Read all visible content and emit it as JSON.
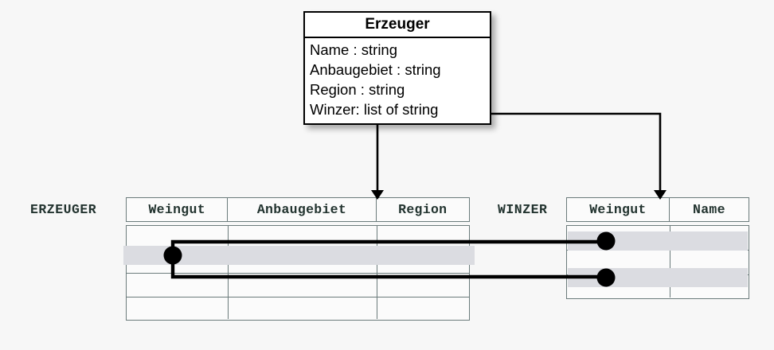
{
  "diagram": {
    "title_note": "UML class to relational table mapping",
    "background_color": "#f7f7f7",
    "line_color": "#000000",
    "table_border_color": "#6b7b7b",
    "highlight_color": "#dbdce1"
  },
  "uml_class": {
    "name": "Erzeuger",
    "attributes": [
      "Name : string",
      "Anbaugebiet : string",
      "Region : string",
      "Winzer: list of string"
    ]
  },
  "tables": [
    {
      "label": "ERZEUGER",
      "columns": [
        "Weingut",
        "Anbaugebiet",
        "Region"
      ],
      "row_count": 4,
      "highlighted_rows": [
        2
      ]
    },
    {
      "label": "WINZER",
      "columns": [
        "Weingut",
        "Name"
      ],
      "row_count": 3,
      "highlighted_rows": [
        1,
        3
      ]
    }
  ],
  "connectors": {
    "class_to_erzeuger": "arrow-down",
    "class_to_winzer": "elbow-arrow-down",
    "key_link": "one-to-many-link",
    "dot_count": 3
  }
}
